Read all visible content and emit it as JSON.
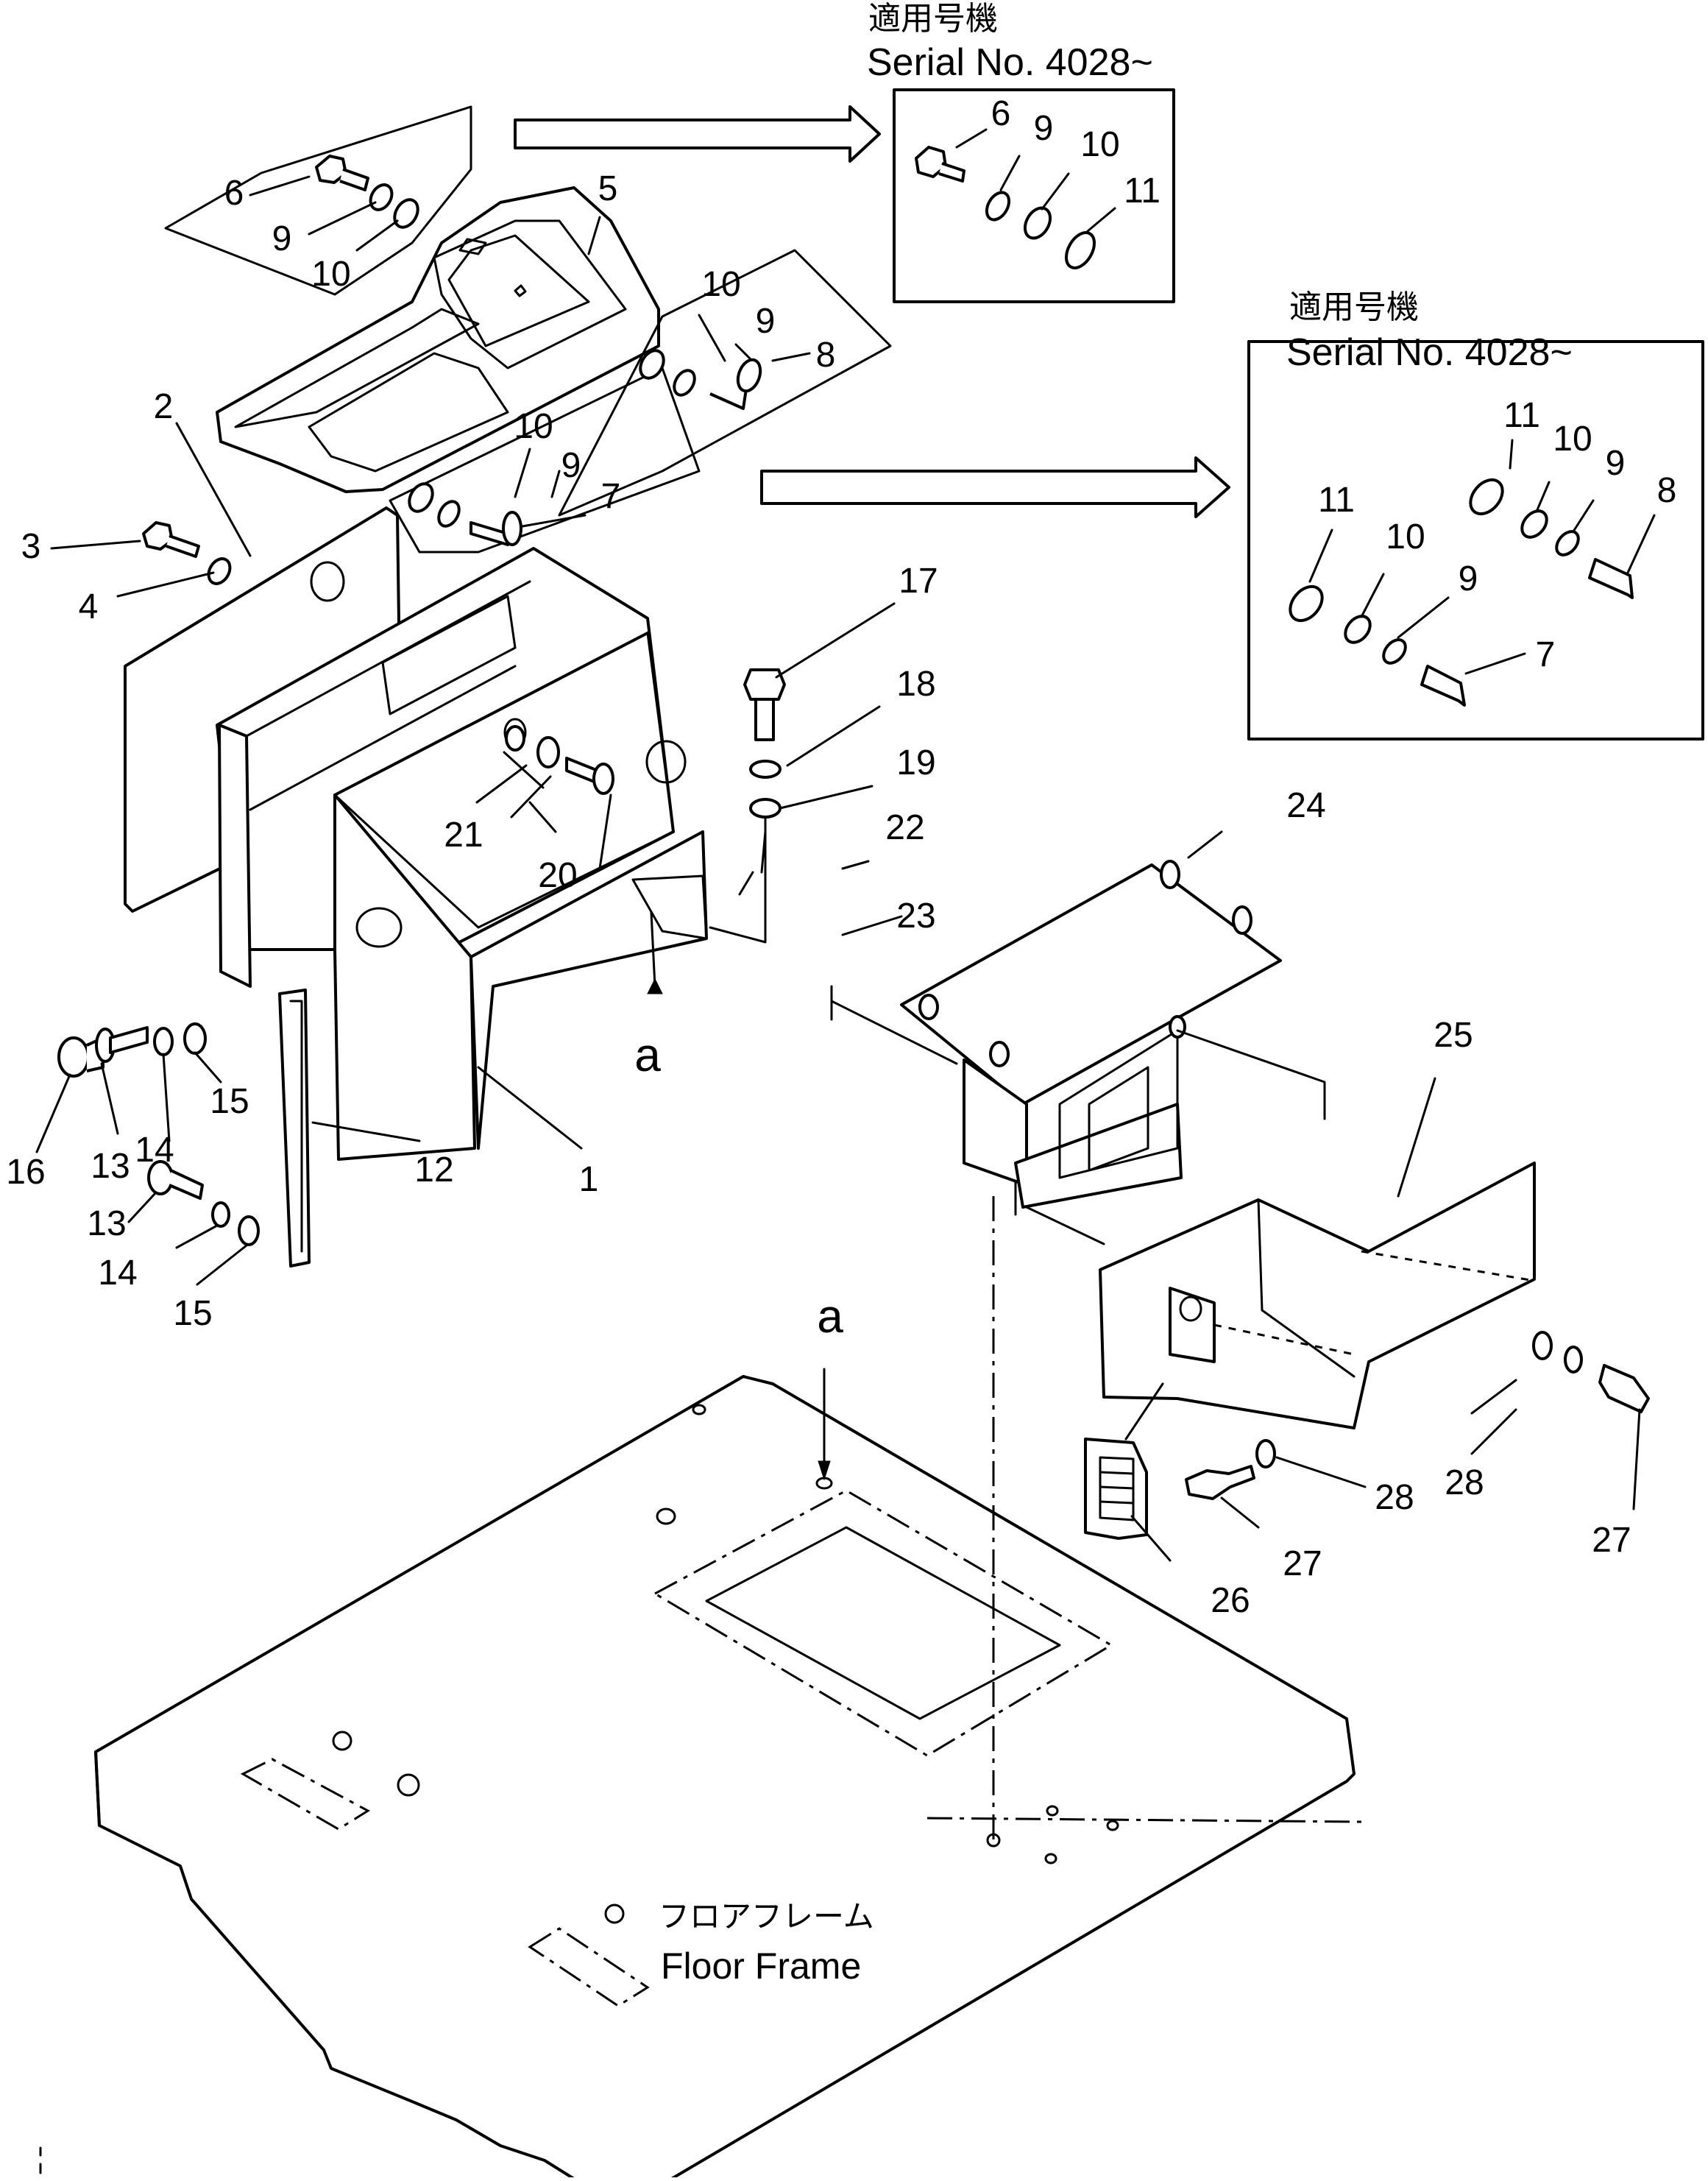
{
  "serial_notes": [
    {
      "jp": "適用号機",
      "text": "Serial No. 4028~"
    },
    {
      "jp": "適用号機",
      "text": "Serial No. 4028~"
    }
  ],
  "section_marks": [
    "a",
    "a"
  ],
  "floor_frame": {
    "jp": "フロアフレーム",
    "en": "Floor Frame"
  },
  "callouts": {
    "main": [
      "1",
      "2",
      "3",
      "4",
      "5",
      "6",
      "9",
      "10",
      "10",
      "9",
      "8",
      "10",
      "9",
      "7",
      "12",
      "13",
      "14",
      "15",
      "16",
      "13",
      "14",
      "15",
      "17",
      "18",
      "19",
      "20",
      "21",
      "22",
      "23",
      "24",
      "25",
      "26",
      "27",
      "27",
      "28",
      "28"
    ],
    "inset_top": [
      "6",
      "9",
      "10",
      "11"
    ],
    "inset_right": [
      "11",
      "10",
      "9",
      "8",
      "11",
      "10",
      "9",
      "7"
    ]
  }
}
